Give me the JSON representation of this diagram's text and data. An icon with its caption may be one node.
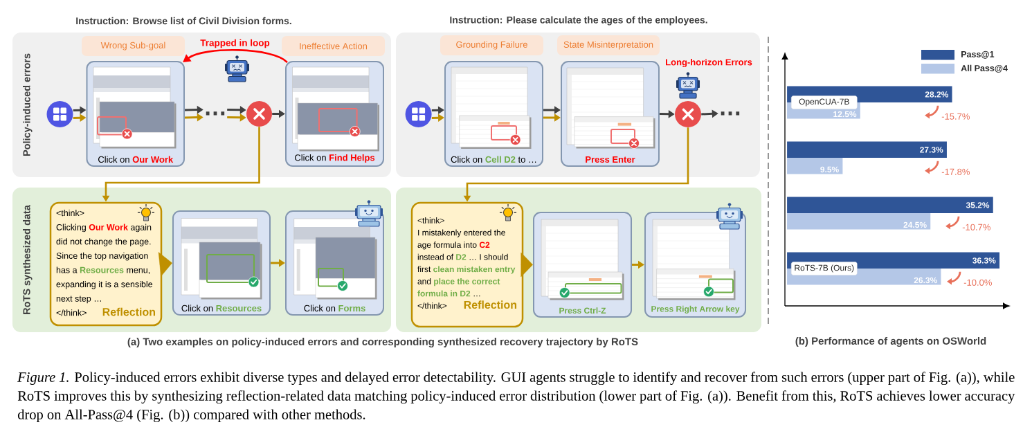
{
  "diagram": {
    "caption": "*Figure 1.* Policy-induced errors exhibit diverse types and delayed error detectability. GUI agents struggle to identify and recover from such errors (upper part of Fig. (a)), while RoTS improves this by synthesizing reflection-related data matching policy-induced error distribution (lower part of Fig. (a)). Benefit from this, RoTS achieves lower accuracy drop on All-Pass@4 (Fig. (b)) compared with other methods.",
    "nodes": [
      {
        "text": [
          "Policy-induced errors"
        ]
      },
      {
        "text": [
          "Wrong Sub-goal"
        ],
        "in": 0
      },
      {
        "text": [
          "Ineffective Action"
        ],
        "in": 0
      },
      {
        "text": [],
        "shape": "circle",
        "in": 0
      },
      {
        "text": [
          "Click on **Our Work**"
        ],
        "in": 0
      },
      {
        "text": [
          "…"
        ],
        "in": 0
      },
      {
        "text": [],
        "shape": "circle",
        "in": 0
      },
      {
        "text": [
          "Click on **Find Helps**"
        ],
        "in": 0
      },
      {
        "text": [],
        "shape": "box"
      },
      {
        "text": [
          "Grounding Failure"
        ],
        "in": 8
      },
      {
        "text": [
          "State Misinterpretation"
        ],
        "in": 8
      },
      {
        "text": [],
        "shape": "circle",
        "in": 8
      },
      {
        "text": [
          "Click on **Cell D2** to …"
        ],
        "in": 8
      },
      {
        "text": [
          "Press Enter"
        ],
        "in": 8
      },
      {
        "text": [],
        "shape": "circle",
        "in": 8
      },
      {
        "text": [
          "…"
        ],
        "in": 8
      },
      {
        "text": [
          "RoTS synthesized data"
        ]
      },
      {
        "text": [
          "<think>",
          "Clicking **Our Work** again did not change the page. Since the top navigation has a **Resources** menu, expanding it is a sensible next step …",
          "</think>",
          "Reflection"
        ],
        "in": 16
      },
      {
        "text": [
          "Click on **Resources**"
        ],
        "in": 16
      },
      {
        "text": [
          "Click on **Forms**"
        ],
        "in": 16
      },
      {
        "text": [],
        "shape": "box"
      },
      {
        "text": [
          "<think>",
          "I mistakenly entered the age formula into **C2** instead of **D2** … I should first **clean mistaken entry** and **place the correct formula in D2** …",
          "</think>",
          "Reflection"
        ],
        "in": 20
      },
      {
        "text": [
          "Press Ctrl-Z"
        ],
        "in": 20
      },
      {
        "text": [
          "Press Right Arrow key"
        ],
        "in": 20
      }
    ],
    "edges": [
      {
        "from": 3,
        "to": 4,
        "arrow": "to",
        "color": "#404040"
      },
      {
        "from": 3,
        "to": 4,
        "arrow": "to"
      },
      {
        "from": 4,
        "to": 5,
        "arrow": "to",
        "color": "#404040"
      },
      {
        "from": 4,
        "to": 5,
        "arrow": "to"
      },
      {
        "from": 5,
        "to": 6,
        "arrow": "to",
        "color": "#404040"
      },
      {
        "from": 5,
        "to": 6,
        "arrow": "to"
      },
      {
        "from": 6,
        "to": 7,
        "arrow": "to",
        "color": "#404040"
      },
      {
        "from": 7,
        "to": 4,
        "arrow": "to",
        "label": "Trapped in loop",
        "color": "#ff0000"
      },
      {
        "from": 11,
        "to": 12,
        "arrow": "to",
        "color": "#404040"
      },
      {
        "from": 11,
        "to": 12,
        "arrow": "to"
      },
      {
        "from": 12,
        "to": 13,
        "arrow": "to",
        "color": "#404040"
      },
      {
        "from": 12,
        "to": 13,
        "arrow": "to"
      },
      {
        "from": 13,
        "to": 14,
        "arrow": "to",
        "color": "#404040"
      },
      {
        "from": 14,
        "to": 15,
        "arrow": "to",
        "color": "#404040"
      },
      {
        "from": 6,
        "to": 17,
        "arrow": "to"
      },
      {
        "from": 17,
        "to": 18,
        "arrow": "to"
      },
      {
        "from": 18,
        "to": 19,
        "arrow": "to"
      },
      {
        "from": 14,
        "to": 21,
        "arrow": "to"
      },
      {
        "from": 21,
        "to": 22,
        "arrow": "to"
      },
      {
        "from": 22,
        "to": 23,
        "arrow": "to"
      }
    ],
    "labels": [
      "Instruction: Browse list of Civil Division forms.",
      "Instruction: Please calculate the ages of the employees.",
      "Long-horizon Errors",
      "(a) Two examples on policy-induced errors and corresponding synthesized recovery trajectory by RoTS"
    ],
    "chart_data": {
      "type": "bar",
      "orientation": "horizontal",
      "title": "(b) Performance of agents on OSWorld",
      "categories": [
        "OpenCUA-7B",
        null,
        null,
        "RoTS-7B (Ours)"
      ],
      "series": [
        {
          "name": "Pass@1",
          "color": "#2f5597",
          "values": [
            28.2,
            27.3,
            35.2,
            36.3
          ],
          "value_labels": [
            "28.2%",
            "27.3%",
            "35.2%",
            "36.3%"
          ]
        },
        {
          "name": "All Pass@4",
          "color": "#b4c7e7",
          "values": [
            12.5,
            9.5,
            24.5,
            26.3
          ],
          "value_labels": [
            "12.5%",
            "9.5%",
            "24.5%",
            "26.3%"
          ]
        }
      ],
      "annotations": [
        "-15.7%",
        "-17.8%",
        "-10.7%",
        "-10.0%"
      ]
    }
  }
}
